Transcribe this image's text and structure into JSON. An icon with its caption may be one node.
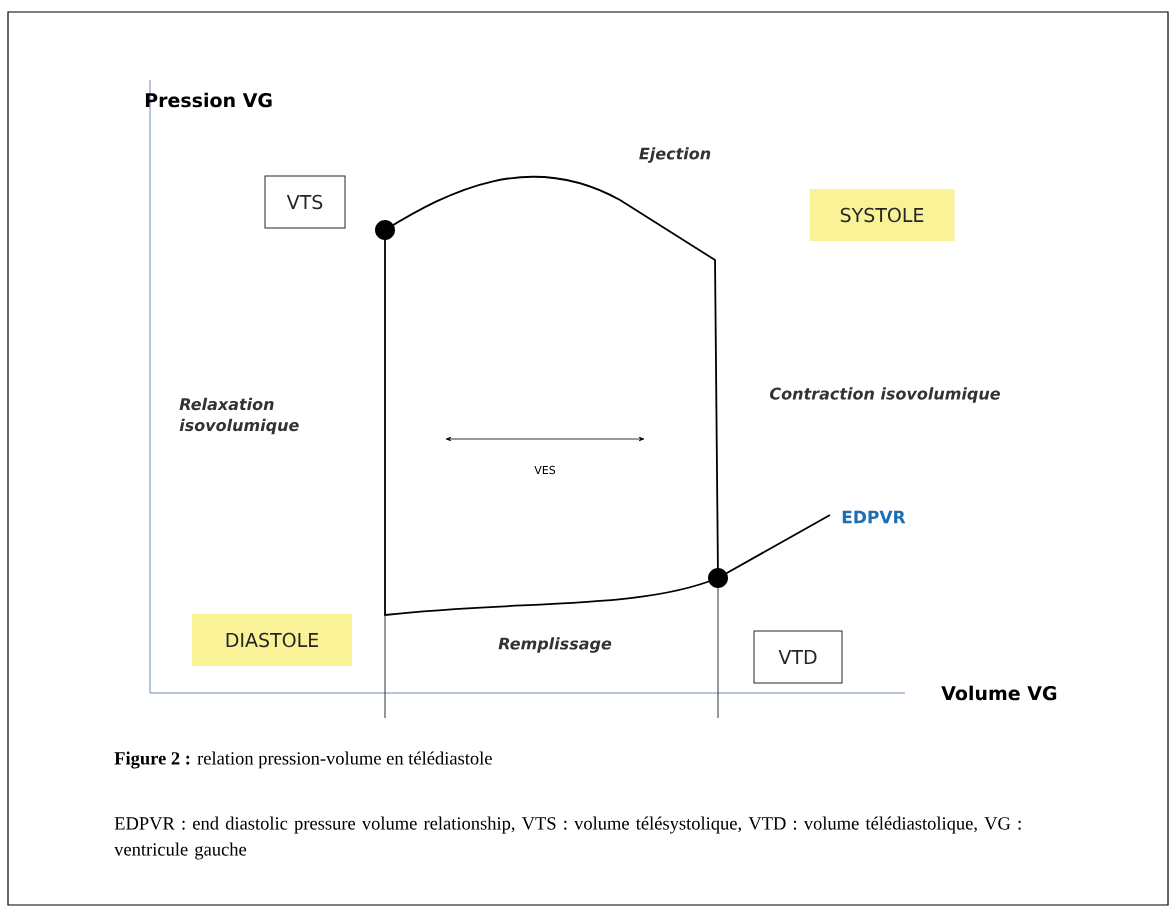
{
  "diagram": {
    "caption": "**Figure 2 :** relation pression-volume en télédiastole",
    "nodes": [
      {
        "text": [
          "VTS"
        ]
      },
      {
        "text": [
          "SYSTOLE"
        ]
      },
      {
        "text": [
          "VTD"
        ]
      },
      {
        "text": [
          "DIASTOLE"
        ]
      }
    ],
    "labels": [
      "Pression VG",
      "Ejection",
      "Relaxation isovolumique",
      "Contraction isovolumique",
      "EDPVR",
      "VES",
      "Remplissage",
      "Volume VG",
      "EDPVR : end diastolic pressure volume relationship, VTS : volume télésystolique, VTD : volume télédiastolique, VG : ventricule gauche"
    ]
  }
}
